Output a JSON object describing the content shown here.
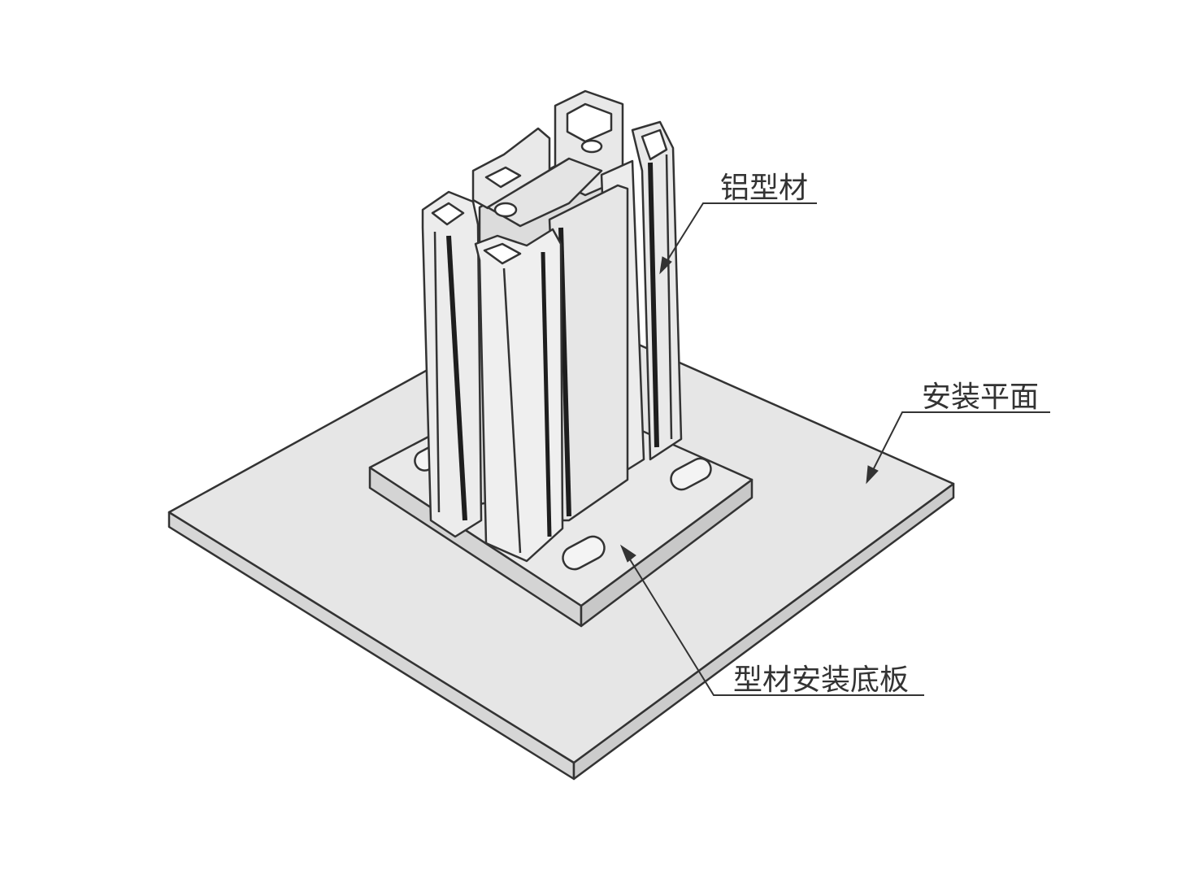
{
  "labels": {
    "aluminum_profile": "铝型材",
    "mounting_surface": "安装平面",
    "profile_mounting_base_plate": "型材安装底板"
  },
  "colors": {
    "background": "#ffffff",
    "fill": "#e6e6e6",
    "fill_light": "#eeeeee",
    "fill_dark": "#cfcfcf",
    "stroke": "#333333",
    "slot_shadow": "#1e1e1e"
  }
}
